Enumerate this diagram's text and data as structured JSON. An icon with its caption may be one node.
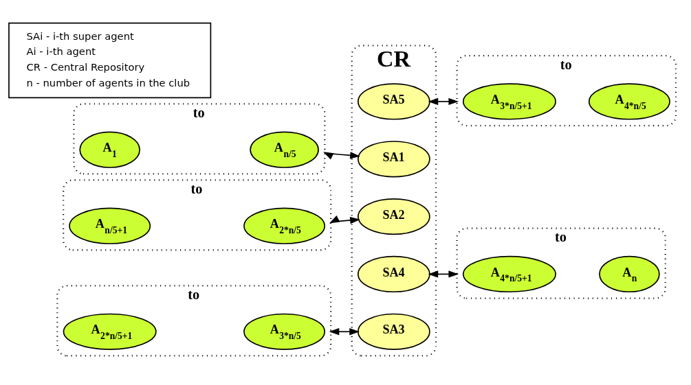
{
  "diagram": {
    "nodes": [
      {
        "text": [
          "to"
        ]
      },
      {
        "text": [
          "A$_{1}$"
        ],
        "in": 0
      },
      {
        "text": [
          "A$_{n/5}$"
        ],
        "in": 0
      },
      {
        "text": [
          "to"
        ]
      },
      {
        "text": [
          "A$_{3*n/5+1}$"
        ],
        "in": 3
      },
      {
        "text": [
          "A$_{4*n/5}$"
        ],
        "in": 3
      },
      {
        "text": [
          "CR"
        ]
      },
      {
        "text": [
          "SA5"
        ],
        "in": 6
      },
      {
        "text": [
          "SA1"
        ],
        "in": 6
      },
      {
        "text": [
          "SA2"
        ],
        "in": 6
      },
      {
        "text": [
          "SA4"
        ],
        "in": 6
      },
      {
        "text": [
          "SA3"
        ],
        "in": 6
      },
      {
        "text": [
          "to"
        ]
      },
      {
        "text": [
          "A$_{n/5+1}$"
        ],
        "in": 12
      },
      {
        "text": [
          "A$_{2*n/5}$"
        ],
        "in": 12
      },
      {
        "text": [
          "to"
        ]
      },
      {
        "text": [
          "A$_{4*n/5+1}$"
        ],
        "in": 15
      },
      {
        "text": [
          "A$_{n}$"
        ],
        "in": 15
      },
      {
        "text": [
          "to"
        ]
      },
      {
        "text": [
          "A$_{2*n/5+1}$"
        ],
        "in": 18
      },
      {
        "text": [
          "A$_{3*n/5}$"
        ],
        "in": 18
      },
      {
        "text": [
          "SAi - i-th super agent",
          "Ai - i-th agent",
          "CR - Central Repository",
          "n - number of agents in the club"
        ]
      }
    ],
    "edges": [
      {
        "from": 0,
        "to": 8,
        "arrow": "both"
      },
      {
        "from": 7,
        "to": 3,
        "arrow": "both"
      },
      {
        "from": 12,
        "to": 9,
        "arrow": "both"
      },
      {
        "from": 10,
        "to": 15,
        "arrow": "both"
      },
      {
        "from": 18,
        "to": 11,
        "arrow": "both"
      }
    ]
  }
}
